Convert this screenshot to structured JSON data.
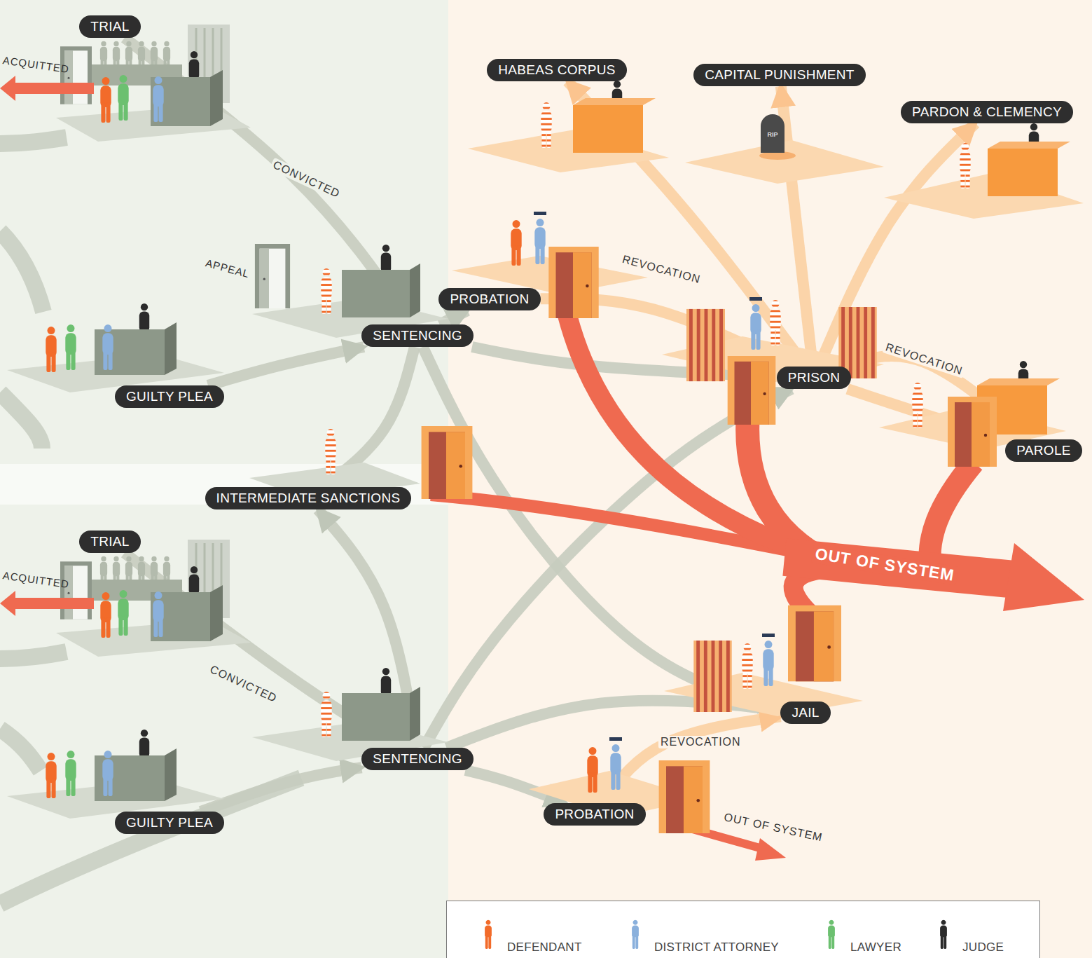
{
  "diagram": {
    "nodes": [
      {
        "text": [
          "TRIAL"
        ]
      },
      {
        "text": [
          "GUILTY PLEA"
        ]
      },
      {
        "text": [
          "SENTENCING"
        ]
      },
      {
        "text": [
          "HABEAS CORPUS"
        ]
      },
      {
        "text": [
          "CAPITAL PUNISHMENT"
        ]
      },
      {
        "text": [
          "PARDON & CLEMENCY"
        ]
      },
      {
        "text": [
          "PROBATION"
        ]
      },
      {
        "text": [
          "PRISON"
        ]
      },
      {
        "text": [
          "PAROLE"
        ]
      },
      {
        "text": [
          "INTERMEDIATE SANCTIONS"
        ]
      },
      {
        "text": [
          "TRIAL"
        ]
      },
      {
        "text": [
          "GUILTY PLEA"
        ]
      },
      {
        "text": [
          "SENTENCING"
        ]
      },
      {
        "text": [
          "JAIL"
        ]
      },
      {
        "text": [
          "PROBATION"
        ]
      }
    ],
    "edges": [
      {
        "from": 0,
        "to": 2,
        "label": "CONVICTED",
        "arrow": "to"
      },
      {
        "from": 1,
        "to": 2,
        "arrow": "to"
      },
      {
        "from": 2,
        "to": 6,
        "arrow": "to"
      },
      {
        "from": 2,
        "to": 7,
        "arrow": "to"
      },
      {
        "from": 2,
        "to": 9,
        "arrow": "to"
      },
      {
        "from": 2,
        "to": 13,
        "arrow": "to"
      },
      {
        "from": 6,
        "to": 7,
        "label": "REVOCATION",
        "arrow": "to"
      },
      {
        "from": 7,
        "to": 3,
        "arrow": "to"
      },
      {
        "from": 7,
        "to": 4,
        "arrow": "to"
      },
      {
        "from": 7,
        "to": 5,
        "arrow": "to"
      },
      {
        "from": 7,
        "to": 8,
        "arrow": "to"
      },
      {
        "from": 8,
        "to": 7,
        "label": "REVOCATION",
        "arrow": "to"
      },
      {
        "from": 10,
        "to": 12,
        "label": "CONVICTED",
        "arrow": "to"
      },
      {
        "from": 11,
        "to": 12,
        "arrow": "to"
      },
      {
        "from": 12,
        "to": 13,
        "arrow": "to"
      },
      {
        "from": 12,
        "to": 14,
        "arrow": "to"
      },
      {
        "from": 12,
        "to": 9,
        "arrow": "to"
      },
      {
        "from": 12,
        "to": 7,
        "arrow": "to"
      },
      {
        "from": 14,
        "to": 13,
        "label": "REVOCATION",
        "arrow": "to"
      }
    ],
    "labels": [
      "ACQUITTED",
      "ACQUITTED",
      "APPEAL",
      "RIP",
      "OUT OF SYSTEM",
      "OUT OF SYSTEM"
    ],
    "legend": [
      {
        "text": "DEFENDANT",
        "color": "#f26b2a"
      },
      {
        "text": "DISTRICT ATTORNEY",
        "color": "#8ab0dc"
      },
      {
        "text": "LAWYER",
        "color": "#6cc070"
      },
      {
        "text": "JUDGE",
        "color": "#2b2b2b"
      }
    ]
  }
}
